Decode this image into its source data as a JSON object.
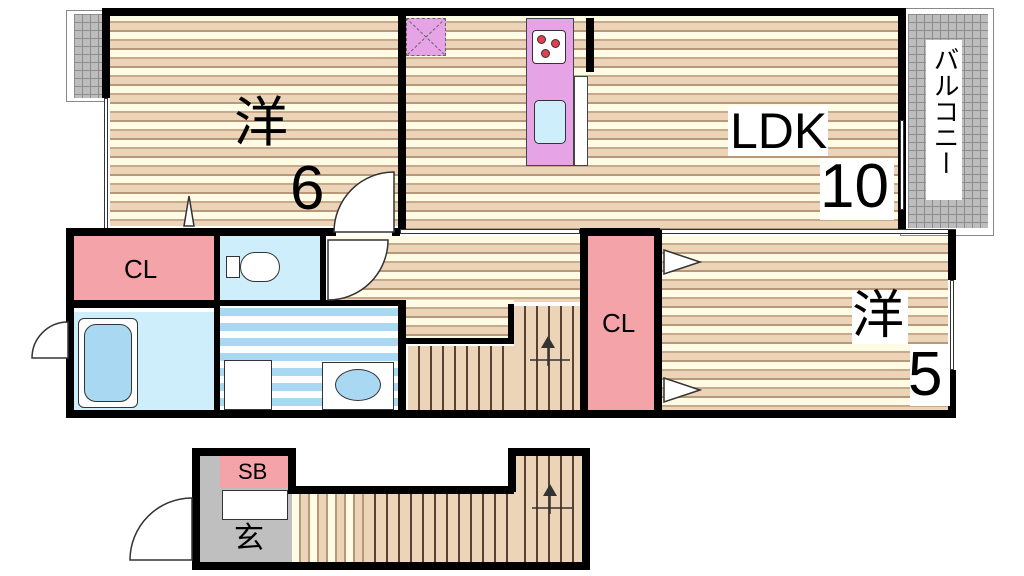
{
  "rooms": {
    "western_1": {
      "kanji": "洋",
      "size": "6"
    },
    "ldk": {
      "label": "LDK",
      "size": "10"
    },
    "western_2": {
      "kanji": "洋",
      "size": "5"
    },
    "closet_1": {
      "label": "CL"
    },
    "closet_2": {
      "label": "CL"
    },
    "balcony": {
      "label": "バルコニー"
    },
    "shoe_box": {
      "label": "SB"
    },
    "entrance": {
      "label": "玄"
    }
  },
  "colors": {
    "floor_light": "#fffbe4",
    "floor_dark": "#ecd4b8",
    "closet": "#f4a3a8",
    "wet_area": "#cfeefb",
    "kitchen": "#e6a3e6",
    "balcony": "#bdbdbd",
    "wall": "#000000"
  },
  "icons": [
    "stove-icon",
    "sink-icon",
    "toilet-icon",
    "bathtub-icon",
    "washbasin-icon",
    "door-swing-icon",
    "stairs-icon"
  ]
}
